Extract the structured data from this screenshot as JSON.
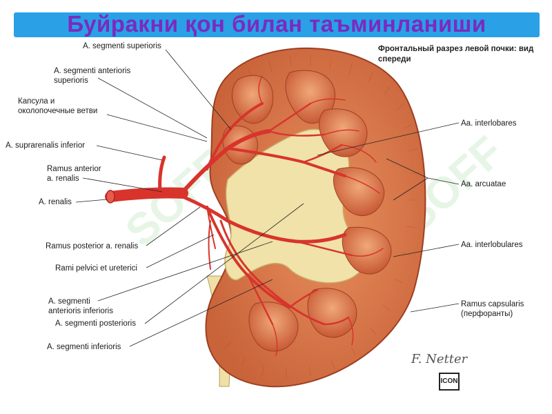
{
  "header": {
    "title": "Буйракни қон билан таъминланиши",
    "subtitle": "Фронтальный разрез левой почки: вид спереди"
  },
  "labels_left": [
    "A. segmenti superioris",
    "A. segmenti anterioris",
    "superioris",
    "Капсула и",
    "околопочечные ветви",
    "A. suprarenalis inferior",
    "Ramus anterior",
    "a. renalis",
    "A. renalis",
    "Ramus posterior a. renalis",
    "Rami pelvici et ureterici",
    "A. segmenti",
    "anterioris inferioris",
    "A. segmenti posterioris",
    "A. segmenti inferioris"
  ],
  "labels_right": [
    "Aa. interlobares",
    "Aa. arcuatae",
    "Aa. interlobulares",
    "Ramus capsularis",
    "(перфоранты)"
  ],
  "watermark": "SOFF",
  "logo": "ICON",
  "colors": {
    "title_bar": "#2aa0e6",
    "title_text": "#7b2ac0",
    "artery": "#d8342c",
    "cortex": "#d9784a",
    "medulla": "#c95f3b",
    "pelvis": "#f0e2a8"
  }
}
